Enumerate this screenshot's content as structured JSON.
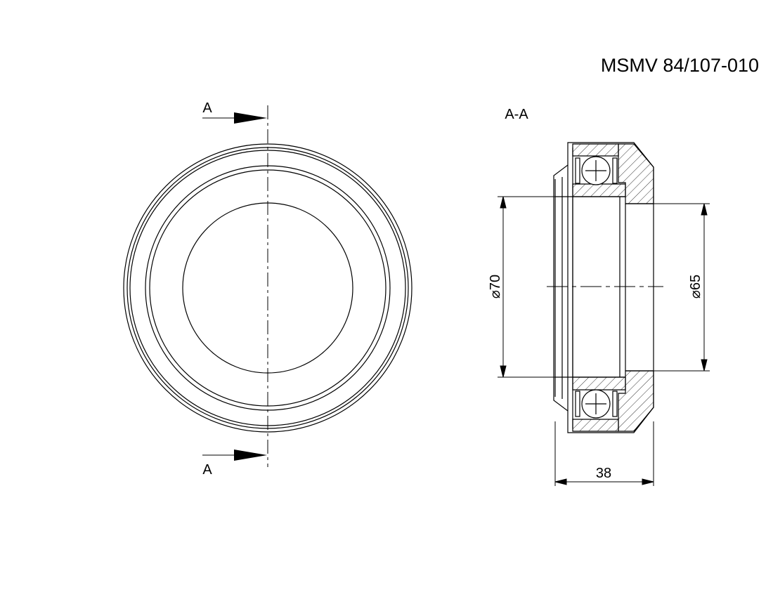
{
  "drawing": {
    "part_number": "MSMV 84/107-010",
    "section_marker_top": "A",
    "section_marker_bottom": "A",
    "section_title": "A-A",
    "dimensions": {
      "inner_left_diameter": "⌀70",
      "inner_right_diameter": "⌀65",
      "overall_width": "38"
    }
  }
}
